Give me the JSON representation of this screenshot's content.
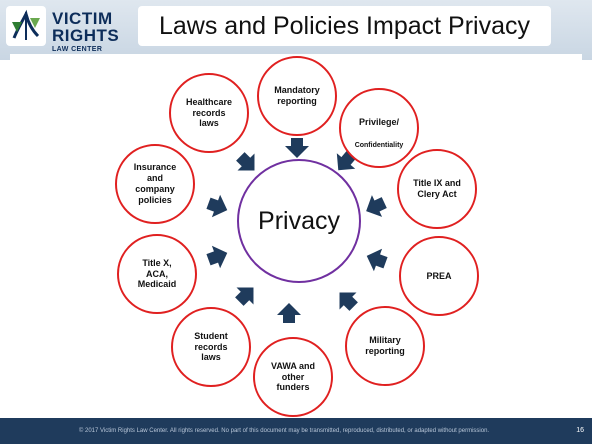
{
  "header": {
    "title": "Laws and Policies Impact Privacy",
    "logo": {
      "line1": "VICTIM",
      "line2": "RIGHTS",
      "line3": "LAW CENTER"
    }
  },
  "diagram": {
    "center": "Privacy",
    "nodes": [
      "Mandatory\nreporting",
      "Privilege/",
      "Confidentiality",
      "Title IX and\nClery Act",
      "PREA",
      "Military\nreporting",
      "VAWA and\nother\nfunders",
      "Student\nrecords\nlaws",
      "Title X,\nACA,\nMedicaid",
      "Insurance\nand\ncompany\npolicies",
      "Healthcare\nrecords\nlaws"
    ]
  },
  "footer": {
    "copyright": "© 2017 Victim Rights Law Center. All rights reserved. No part of this document may be transmitted, reproduced, distributed, or adapted without permission.",
    "page_number": "16"
  },
  "colors": {
    "node_border": "#e02020",
    "center_border": "#7030a0",
    "arrow": "#1f3b5c",
    "footer_bg": "#1f3b5c"
  }
}
